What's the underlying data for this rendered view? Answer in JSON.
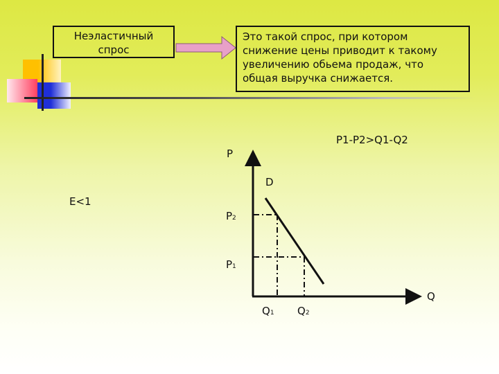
{
  "slide": {
    "term_box": {
      "line1": "Неэластичный",
      "line2": "спрос"
    },
    "definition_box": {
      "lines": [
        "Это такой спрос, при котором",
        "снижение цены приводит к такому",
        "увеличению обьема продаж, что",
        "общая выручка снижается."
      ]
    },
    "elasticity_label": "E<1",
    "inequality_label": "P1-P2>Q1-Q2"
  },
  "chart_data": {
    "type": "line",
    "title": "Неэластичный спрос",
    "xlabel": "Q",
    "ylabel": "P",
    "curve_label": "D",
    "series": [
      {
        "name": "D",
        "points": [
          [
            0.1,
            0.9
          ],
          [
            0.5,
            0.1
          ]
        ]
      }
    ],
    "reference_points": [
      {
        "price_label": "P2",
        "quantity_label": "Q1",
        "p": "P2",
        "q": "Q1"
      },
      {
        "price_label": "P1",
        "quantity_label": "Q2",
        "p": "P1",
        "q": "Q2"
      }
    ],
    "y_ticks": [
      {
        "label": "P",
        "sub": "2"
      },
      {
        "label": "P",
        "sub": "1"
      }
    ],
    "x_ticks": [
      {
        "label": "Q",
        "sub": "1"
      },
      {
        "label": "Q",
        "sub": "2"
      }
    ],
    "annotation": "P1-P2>Q1-Q2",
    "grid": false
  },
  "colors": {
    "bg_top": "#dde843",
    "bg_bottom": "#ffffff",
    "arrow_fill": "#e8a0c8",
    "deco_yellow": "#ffc000",
    "deco_red": "#ff2020",
    "deco_blue": "#1f2fd8"
  }
}
